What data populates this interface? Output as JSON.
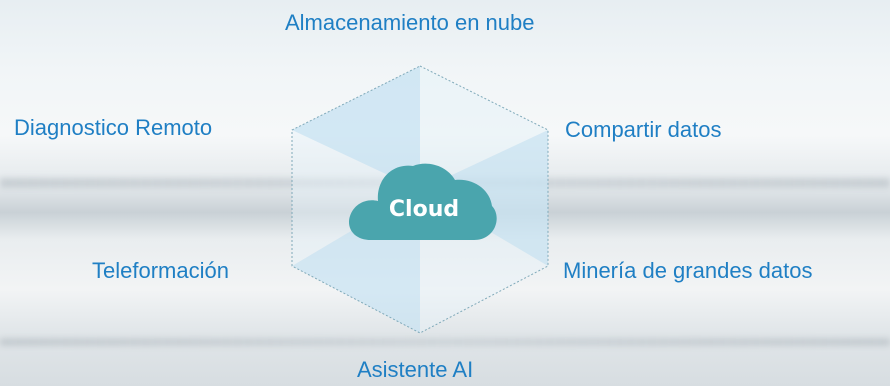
{
  "diagram": {
    "center_label": "Cloud",
    "labels": {
      "top": "Almacenamiento en nube",
      "top_left": "Diagnostico Remoto",
      "top_right": "Compartir datos",
      "bottom_left": "Teleformación",
      "bottom_right": "Minería de grandes datos",
      "bottom": "Asistente AI"
    }
  },
  "colors": {
    "label_text": "#1f7fc4",
    "cloud_fill": "#4aa5ad",
    "hex_panel_light": "#d6ebf5",
    "hex_outline": "#7fa9b9"
  }
}
